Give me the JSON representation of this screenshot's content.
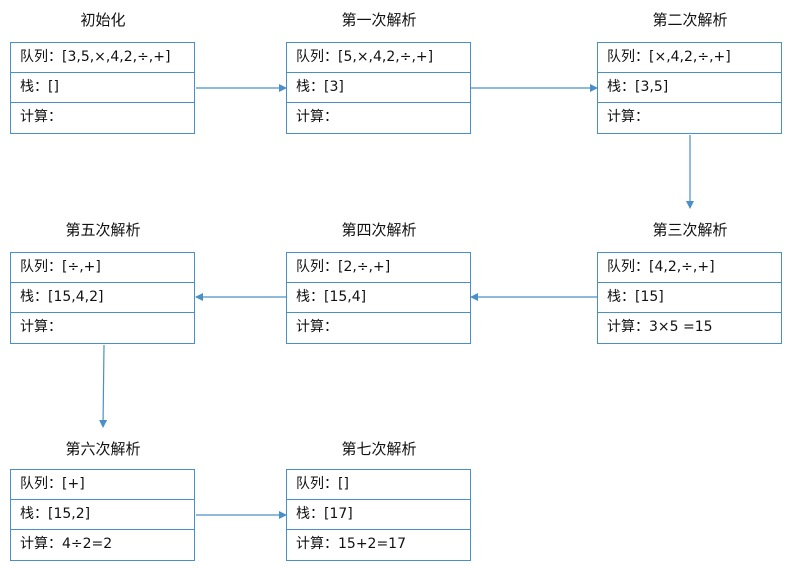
{
  "steps": [
    {
      "title": "初始化",
      "queue": "队列：[3,5,×,4,2,÷,+]",
      "stack": "栈：[]",
      "calc": "计算："
    },
    {
      "title": "第一次解析",
      "queue": "队列：[5,×,4,2,÷,+]",
      "stack": "栈：[3]",
      "calc": "计算："
    },
    {
      "title": "第二次解析",
      "queue": "队列：[×,4,2,÷,+]",
      "stack": "栈：[3,5]",
      "calc": "计算："
    },
    {
      "title": "第三次解析",
      "queue": "队列：[4,2,÷,+]",
      "stack": "栈：[15]",
      "calc": "计算：3×5 =15"
    },
    {
      "title": "第四次解析",
      "queue": "队列：[2,÷,+]",
      "stack": "栈：[15,4]",
      "calc": "计算："
    },
    {
      "title": "第五次解析",
      "queue": "队列：[÷,+]",
      "stack": "栈：[15,4,2]",
      "calc": "计算："
    },
    {
      "title": "第六次解析",
      "queue": "队列：[+]",
      "stack": "栈：[15,2]",
      "calc": "计算：4÷2=2"
    },
    {
      "title": "第七次解析",
      "queue": "队列：[]",
      "stack": "栈：[17]",
      "calc": "计算：15+2=17"
    }
  ],
  "colors": {
    "border": "#4a90c8",
    "arrow": "#4a90c8"
  }
}
